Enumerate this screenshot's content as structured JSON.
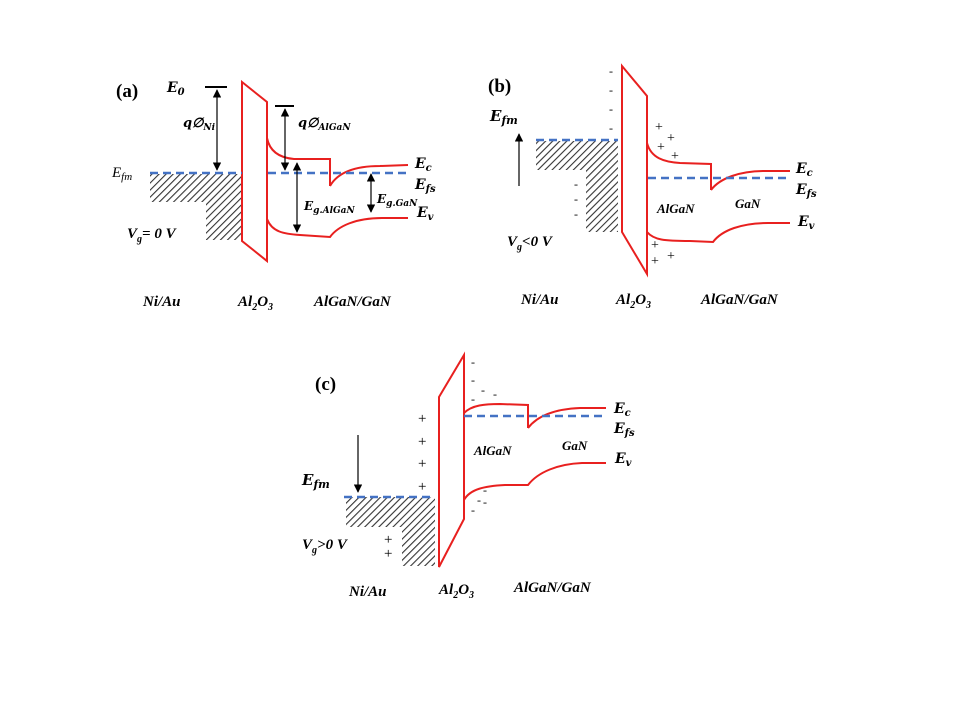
{
  "panels": {
    "a": {
      "label": "(a)",
      "e0": "E",
      "e0_sub": "0",
      "q_phi_ni": "q∅",
      "q_phi_ni_sub": "Ni",
      "q_phi_algan": "q∅",
      "q_phi_algan_sub": "AlGaN",
      "efm": "E",
      "efm_sub": "fm",
      "ec": "E",
      "ec_sub": "c",
      "efs": "E",
      "efs_sub": "fs",
      "ev": "E",
      "ev_sub": "v",
      "eg_algan": "E",
      "eg_algan_sub": "g.AlGaN",
      "eg_gan": "E",
      "eg_gan_sub": "g.GaN",
      "vg": "V",
      "vg_sub": "g",
      "vg_value": "= 0 V",
      "metal": "Ni/Au",
      "oxide_main": "Al",
      "oxide_sub1": "2",
      "oxide_o": "O",
      "oxide_sub2": "3",
      "semi": "AlGaN/GaN"
    },
    "b": {
      "label": "(b)",
      "efm": "E",
      "efm_sub": "fm",
      "ec": "E",
      "ec_sub": "c",
      "efs": "E",
      "efs_sub": "fs",
      "ev": "E",
      "ev_sub": "v",
      "algan": "AlGaN",
      "gan": "GaN",
      "vg": "V",
      "vg_sub": "g",
      "vg_value": "<0 V",
      "metal": "Ni/Au",
      "oxide_main": "Al",
      "oxide_sub1": "2",
      "oxide_o": "O",
      "oxide_sub2": "3",
      "semi": "AlGaN/GaN"
    },
    "c": {
      "label": "(c)",
      "efm": "E",
      "efm_sub": "fm",
      "ec": "E",
      "ec_sub": "c",
      "efs": "E",
      "efs_sub": "fs",
      "ev": "E",
      "ev_sub": "v",
      "algan": "AlGaN",
      "gan": "GaN",
      "vg": "V",
      "vg_sub": "g",
      "vg_value": ">0 V",
      "metal": "Ni/Au",
      "oxide_main": "Al",
      "oxide_sub1": "2",
      "oxide_o": "O",
      "oxide_sub2": "3",
      "semi": "AlGaN/GaN"
    }
  },
  "charges": {
    "minus": "-",
    "plus": "+"
  },
  "colors": {
    "band": "#e8201f",
    "fermi": "#4472c4"
  }
}
